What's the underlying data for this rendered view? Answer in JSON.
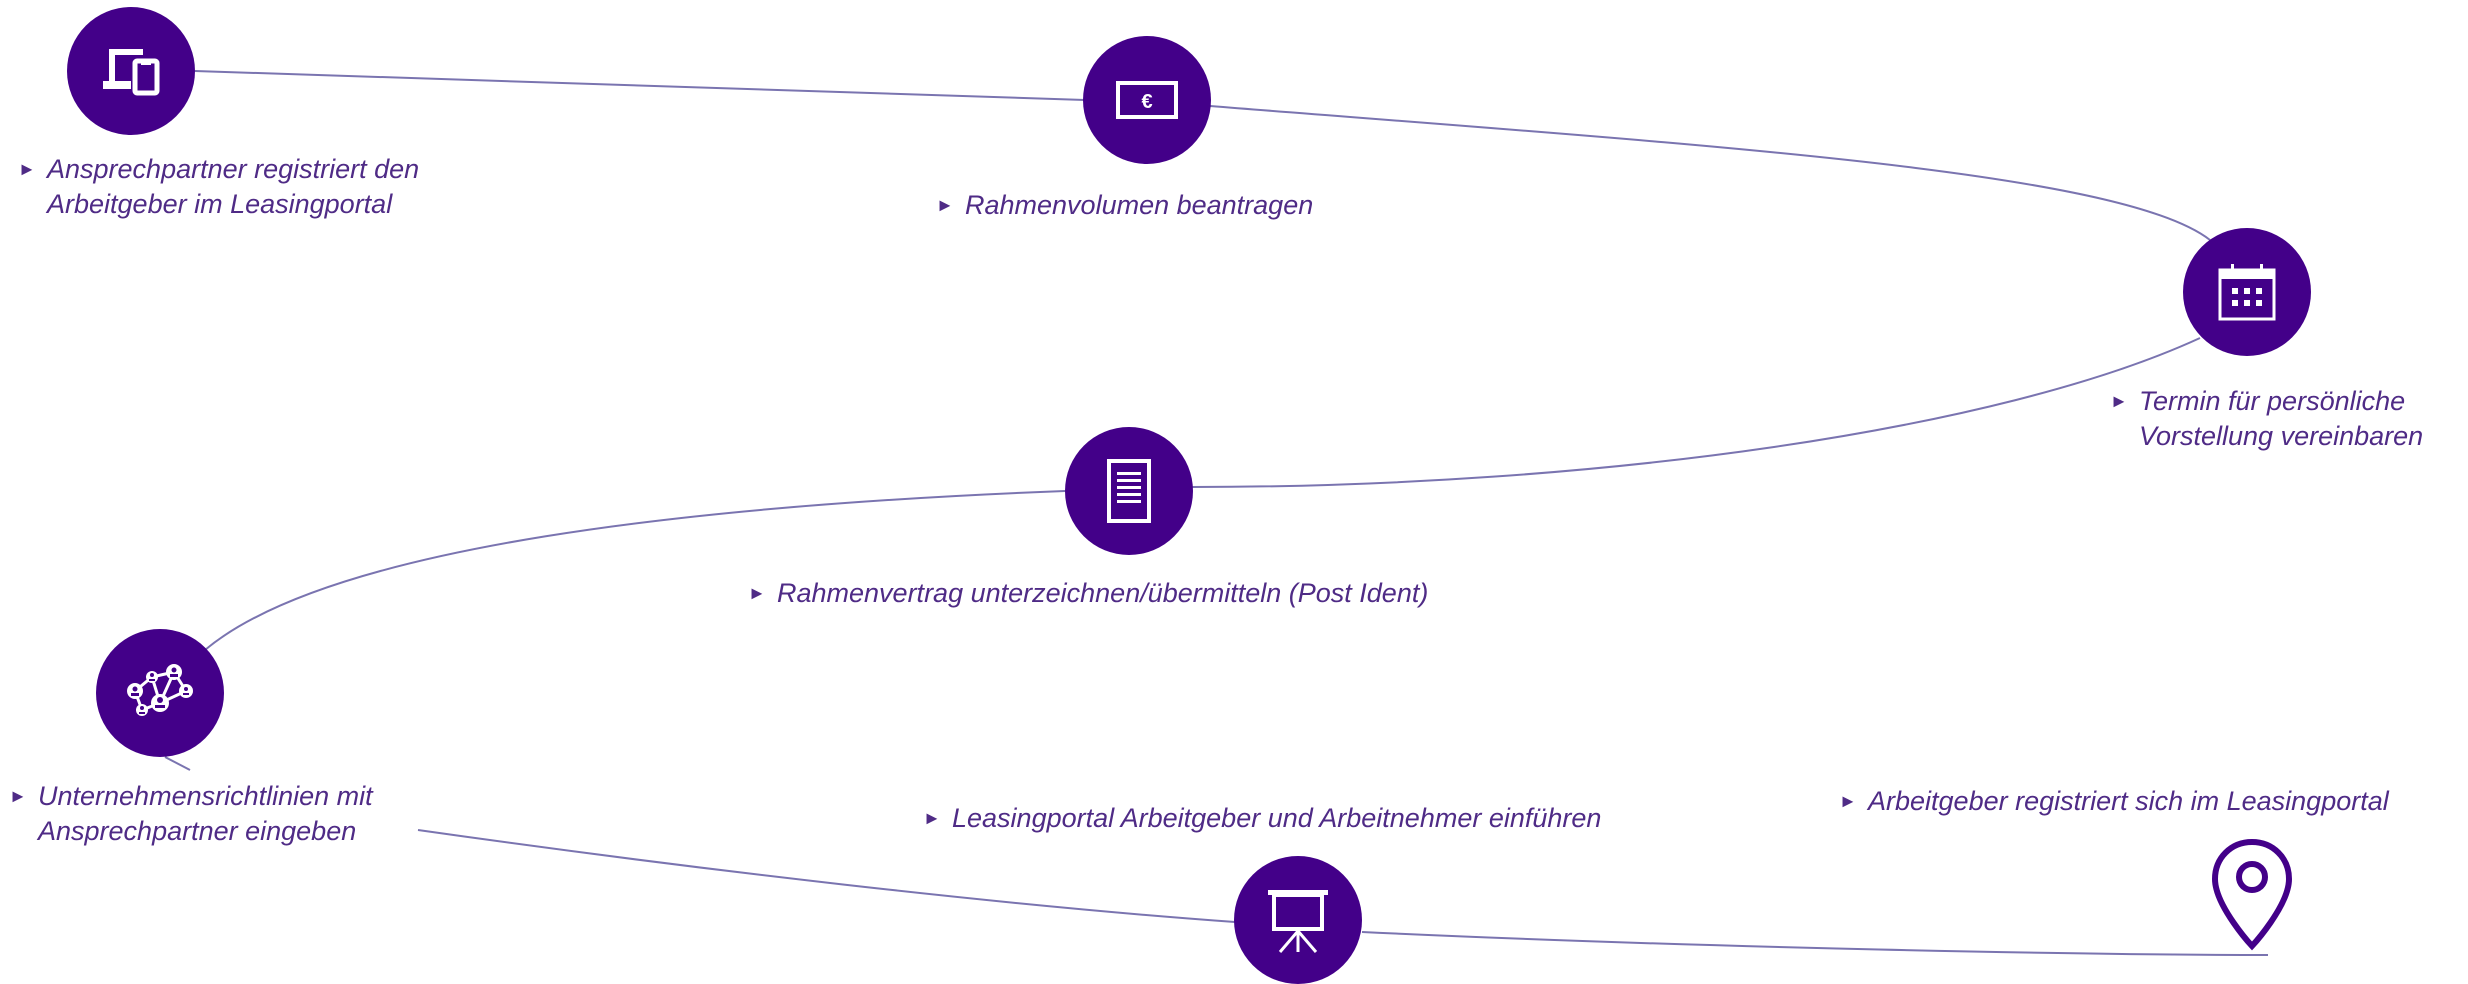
{
  "accent_color": "#430089",
  "line_color": "#7a74b0",
  "text_color": "#4f2b86",
  "bullet_glyph": "►",
  "steps": [
    {
      "icon": "devices-icon",
      "lines": [
        "Ansprechpartner registriert den",
        "Arbeitgeber im Leasingportal"
      ]
    },
    {
      "icon": "euro-banknote-icon",
      "lines": [
        "Rahmenvolumen beantragen"
      ]
    },
    {
      "icon": "calendar-icon",
      "lines": [
        "Termin für persönliche",
        "Vorstellung vereinbaren"
      ]
    },
    {
      "icon": "document-icon",
      "lines": [
        "Rahmenvertrag unterzeichnen/übermitteln (Post Ident)"
      ]
    },
    {
      "icon": "network-people-icon",
      "lines": [
        "Unternehmensrichtlinien mit",
        "Ansprechpartner eingeben"
      ]
    },
    {
      "icon": "presentation-board-icon",
      "lines": [
        "Leasingportal Arbeitgeber und Arbeitnehmer einführen"
      ]
    },
    {
      "icon": "location-pin-icon",
      "lines": [
        "Arbeitgeber registriert sich im Leasingportal"
      ]
    }
  ]
}
